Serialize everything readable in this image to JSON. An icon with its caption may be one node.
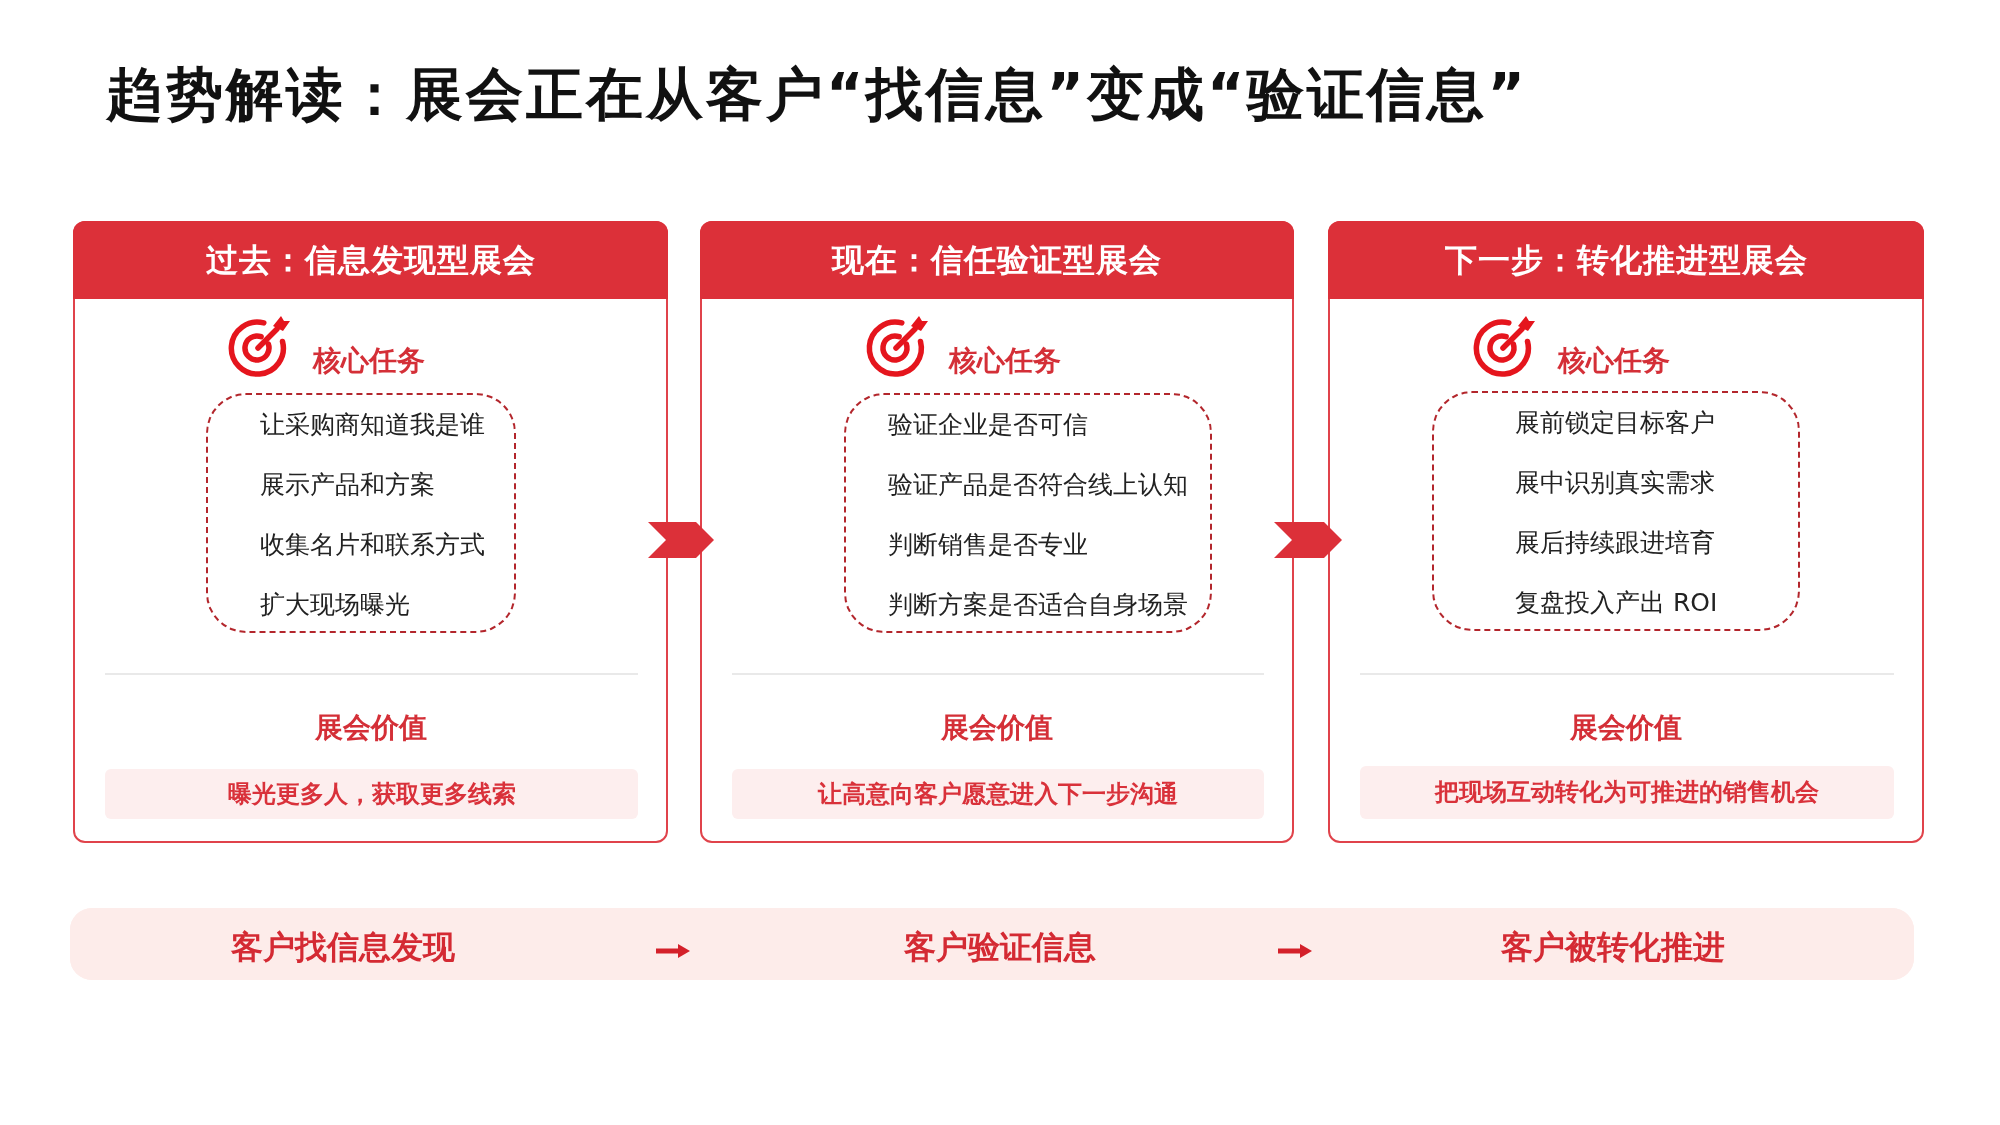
{
  "diagram": {
    "title": "趋势解读：展会正在从客户“找信息”变成“验证信息”",
    "nodes": [
      {
        "text": [
          "过去：信息发现型展会",
          "核心任务",
          "展会价值"
        ]
      },
      {
        "text": [
          "让采购商知道我是谁",
          "展示产品和方案",
          "收集名片和联系方式",
          "扩大现场曝光"
        ],
        "in": 0
      },
      {
        "text": [
          "曝光更多人，获取更多线索"
        ],
        "in": 0
      },
      {
        "text": [
          "现在：信任验证型展会",
          "核心任务",
          "展会价值"
        ]
      },
      {
        "text": [
          "验证企业是否可信",
          "验证产品是否符合线上认知",
          "判断销售是否专业",
          "判断方案是否适合自身场景"
        ],
        "in": 3
      },
      {
        "text": [
          "让高意向客户愿意进入下一步沟通"
        ],
        "in": 3
      },
      {
        "text": [
          "下一步：转化推进型展会",
          "核心任务",
          "展会价值"
        ]
      },
      {
        "text": [
          "展前锁定目标客户",
          "展中识别真实需求",
          "展后持续跟进培育",
          "复盘投入产出 ROI"
        ],
        "in": 6
      },
      {
        "text": [
          "把现场互动转化为可推进的销售机会"
        ],
        "in": 6
      },
      {
        "text": [],
        "shape": "bar"
      },
      {
        "text": [
          "客户找信息发现"
        ],
        "in": 9
      },
      {
        "text": [
          "客户验证信息"
        ],
        "in": 9
      },
      {
        "text": [
          "客户被转化推进"
        ],
        "in": 9
      }
    ],
    "edges": [
      {
        "from": 0,
        "to": 3,
        "arrow": "to"
      },
      {
        "from": 3,
        "to": 6,
        "arrow": "to"
      },
      {
        "from": 10,
        "to": 11,
        "arrow": "to"
      },
      {
        "from": 11,
        "to": 12,
        "arrow": "to"
      }
    ]
  }
}
